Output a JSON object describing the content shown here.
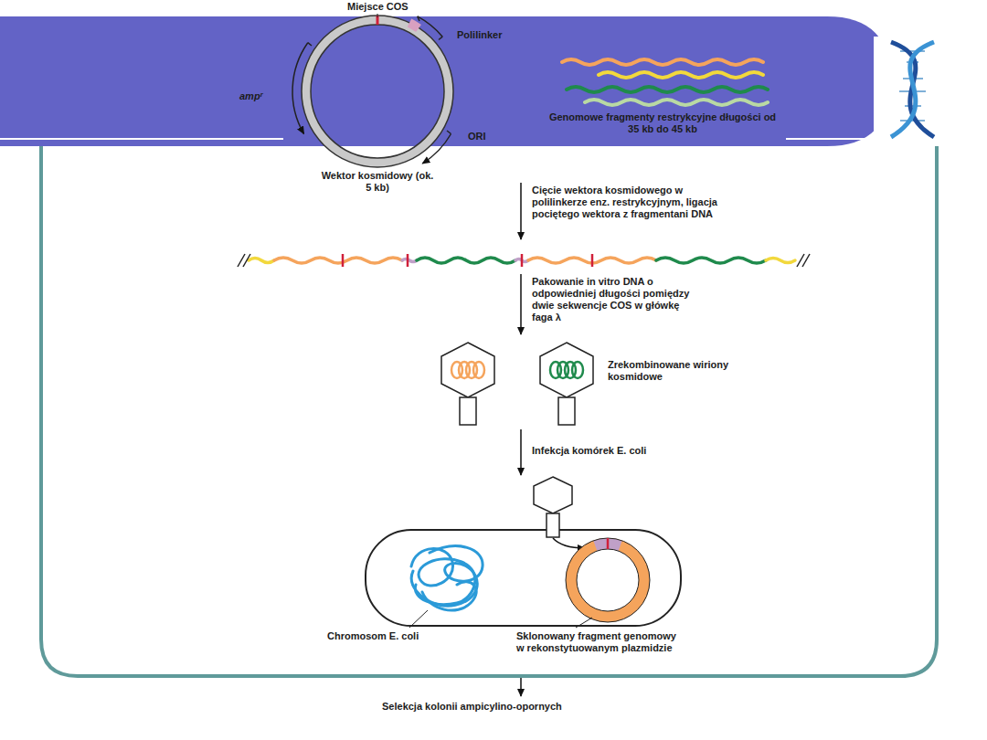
{
  "diagram": {
    "labels": [
      "Miejsce COS",
      "Polilinker",
      "ampʳ",
      "ORI",
      "Wektor kosmidowy (ok. 5 kb)",
      "Genomowe fragmenty restrykcyjne długości od 35 kb do 45 kb",
      "Cięcie wektora kosmidowego w polilinkerze enz. restrykcyjnym, ligacja pociętego wektora z fragmentani DNA",
      "Pakowanie in vitro DNA o odpowiedniej długości pomiędzy dwie sekwencje COS w główkę faga λ",
      "Zrekombinowane wiriony kosmidowe",
      "Infekcja komórek E. coli",
      "Chromosom E. coli",
      "Sklonowany fragment genomowy w rekonstytuowanym plazmidzie",
      "Selekcja kolonii ampicylino-opornych"
    ]
  }
}
